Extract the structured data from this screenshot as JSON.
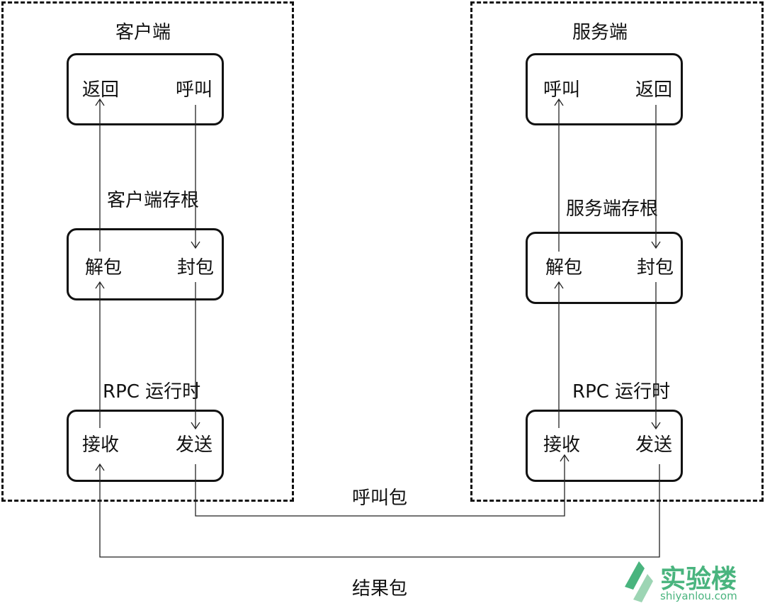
{
  "client": {
    "title": "客户端",
    "app_box": {
      "left": "返回",
      "right": "呼叫"
    },
    "stub_label": "客户端存根",
    "stub_box": {
      "left": "解包",
      "right": "封包"
    },
    "runtime_label": "RPC 运行时",
    "runtime_box": {
      "left": "接收",
      "right": "发送"
    }
  },
  "server": {
    "title": "服务端",
    "app_box": {
      "left": "呼叫",
      "right": "返回"
    },
    "stub_label": "服务端存根",
    "stub_box": {
      "left": "解包",
      "right": "封包"
    },
    "runtime_label": "RPC 运行时",
    "runtime_box": {
      "left": "接收",
      "right": "发送"
    }
  },
  "links": {
    "call_packet": "呼叫包",
    "result_packet": "结果包"
  },
  "watermark": {
    "name": "实验楼",
    "url": "shiyanlou.com",
    "color": "#49b47e"
  }
}
